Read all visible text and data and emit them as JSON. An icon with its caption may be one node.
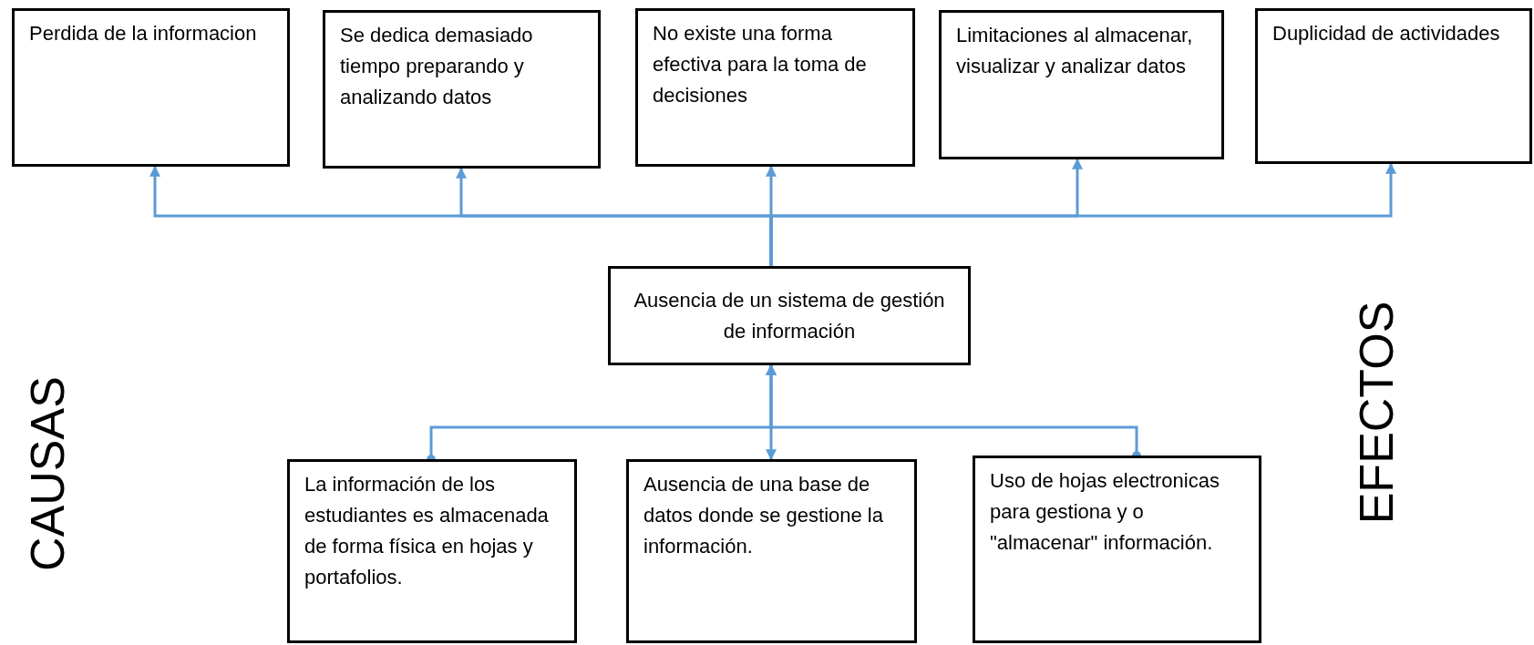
{
  "diagram": {
    "nodes": [
      {
        "text": [
          "Perdida de la informacion"
        ]
      },
      {
        "text": [
          "Se dedica demasiado tiempo preparando y analizando datos"
        ]
      },
      {
        "text": [
          "No existe una forma efectiva para la toma de decisiones"
        ]
      },
      {
        "text": [
          "Limitaciones al almacenar, visualizar y analizar datos"
        ]
      },
      {
        "text": [
          "Duplicidad de actividades"
        ]
      },
      {
        "text": [
          "Ausencia de un sistema de gestión de información"
        ]
      },
      {
        "text": [
          "La información de los estudiantes es almacenada de forma física en hojas y portafolios."
        ]
      },
      {
        "text": [
          "Ausencia de una base de datos donde se gestione la información."
        ]
      },
      {
        "text": [
          "Uso de hojas electronicas para gestiona y o \"almacenar\" información."
        ]
      }
    ],
    "edges": [
      {
        "from": 5,
        "to": 0,
        "arrow": "to"
      },
      {
        "from": 5,
        "to": 1,
        "arrow": "to"
      },
      {
        "from": 5,
        "to": 2,
        "arrow": "to"
      },
      {
        "from": 5,
        "to": 3,
        "arrow": "to"
      },
      {
        "from": 5,
        "to": 4,
        "arrow": "to"
      },
      {
        "from": 6,
        "to": 5,
        "arrow": "to"
      },
      {
        "from": 5,
        "to": 7,
        "arrow": "to"
      },
      {
        "from": 8,
        "to": 5,
        "arrow": "to"
      }
    ],
    "labels": [
      "CAUSAS",
      "EFECTOS"
    ]
  }
}
